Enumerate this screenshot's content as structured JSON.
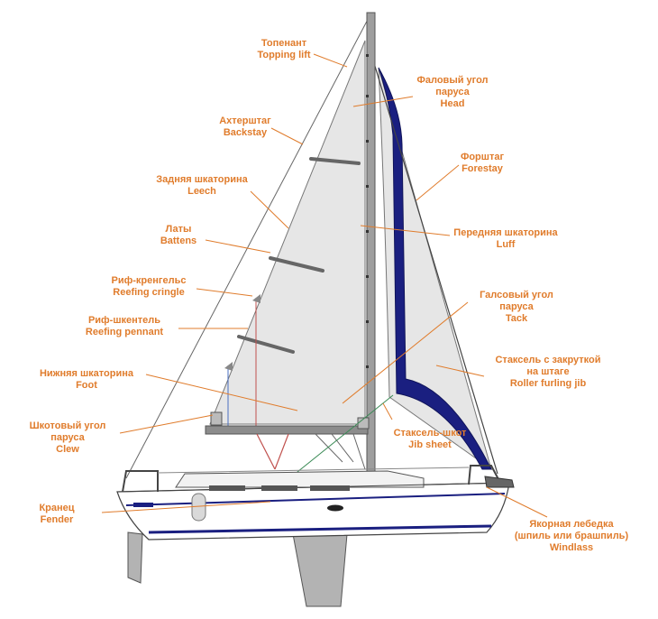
{
  "colors": {
    "label": "#e07c2c",
    "sail": "#e6e6e6",
    "hull": "#ffffff",
    "keel": "#b3b3b3",
    "furl": "#1a1f80",
    "mast": "#9e9e9e"
  },
  "labels": {
    "topping_lift": {
      "ru": "Топенант",
      "en": "Topping lift"
    },
    "head": {
      "ru1": "Фаловый угол",
      "ru2": "паруса",
      "en": "Head"
    },
    "backstay": {
      "ru": "Ахтерштаг",
      "en": "Backstay"
    },
    "forestay": {
      "ru": "Форштаг",
      "en": "Forestay"
    },
    "leech": {
      "ru": "Задняя шкаторина",
      "en": "Leech"
    },
    "luff": {
      "ru": "Передняя шкаторина",
      "en": "Luff"
    },
    "battens": {
      "ru": "Латы",
      "en": "Battens"
    },
    "reefing_cringle": {
      "ru": "Риф-кренгельс",
      "en": "Reefing cringle"
    },
    "tack": {
      "ru1": "Галсовый угол",
      "ru2": "паруса",
      "en": "Tack"
    },
    "reefing_pennant": {
      "ru": "Риф-шкентель",
      "en": "Reefing pennant"
    },
    "roller_furling_jib": {
      "ru1": "Стаксель с закруткой",
      "ru2": "на штаге",
      "en": "Roller furling jib"
    },
    "foot": {
      "ru": "Нижняя шкаторина",
      "en": "Foot"
    },
    "clew": {
      "ru1": "Шкотовый угол",
      "ru2": "паруса",
      "en": "Clew"
    },
    "jib_sheet": {
      "ru": "Стаксель-шкот",
      "en": "Jib sheet"
    },
    "fender": {
      "ru": "Кранец",
      "en": "Fender"
    },
    "windlass": {
      "ru1": "Якорная лебедка",
      "ru2": "(шпиль или брашпиль)",
      "en": "Windlass"
    }
  }
}
